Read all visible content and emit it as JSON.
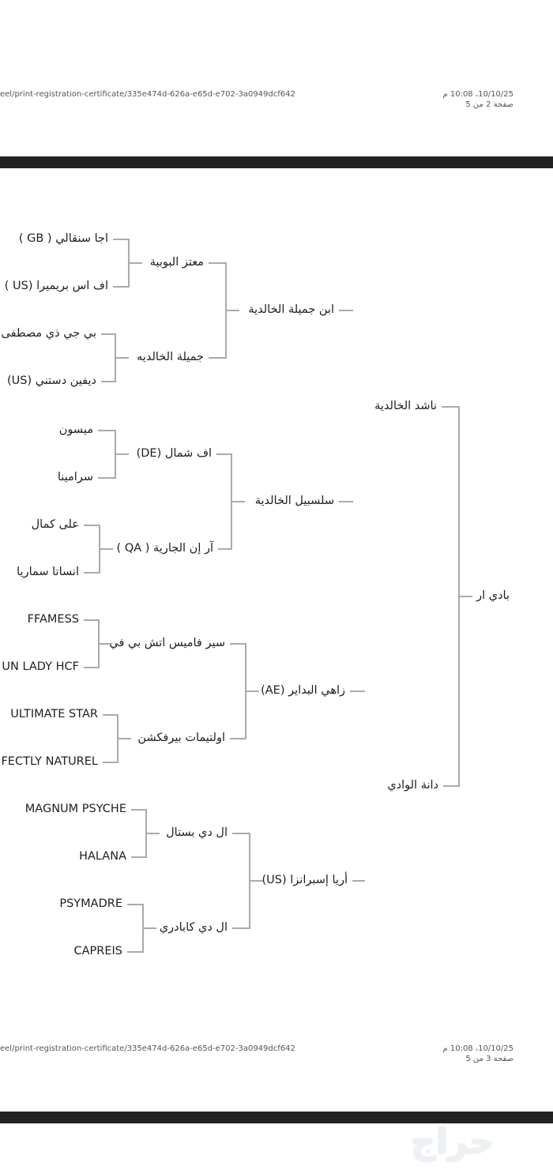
{
  "page1_footer": {
    "url": "eel/print-registration-certificate/335e474d-626a-e65d-e702-3a0949dcf642",
    "datetime": "10/10/25، 10:08 م",
    "page": "صفحة 2 من 5"
  },
  "page2_footer": {
    "url": "eel/print-registration-certificate/335e474d-626a-e65d-e702-3a0949dcf642",
    "datetime": "10/10/25، 10:08 م",
    "page": "صفحة 3 من 5"
  },
  "pedigree": {
    "horse": "بادي ار",
    "sire": "ناشد الخالدية",
    "dam": "دانة الوادي",
    "ss": "ابن جميلة الخالدية",
    "sd": "سلسبيل الخالدية",
    "ds": "زاهي البداير (AE)",
    "dd": "أريا إسبرانزا (US)",
    "sss": "معتز البوبية",
    "ssd": "جميلة الخالديه",
    "sds": "اف شمال (DE)",
    "sdd": "آر إن الجارية ( QA )",
    "dss": "سير فاميس اتش بي في",
    "dsd": "اولتيمات بيرفكشن",
    "dds": "ال دي بستال",
    "ddd": "ال دي كابادري",
    "ssss": "اجا سنقالي ( GB )",
    "sssd": "اف اس بريميرا (US )",
    "ssds": "بي جي ذي مصطفى",
    "ssdd": "ديفين دستني (US)",
    "sdss": "ميسون",
    "sdsd": "سرامينا",
    "sdds": "على كمال",
    "sddd": "انساتا سماريا",
    "dsss": "FFAMESS",
    "dssd": "UN LADY HCF",
    "dsds": "ULTIMATE STAR",
    "dsdd": "FECTLY NATUREL",
    "ddss": "MAGNUM PSYCHE",
    "ddsd": "HALANA",
    "ddds": "PSYMADRE",
    "dddd": "CAPREIS"
  },
  "watermark": "حراج",
  "colors": {
    "line": "#aaaaaa",
    "bar": "#222222"
  }
}
